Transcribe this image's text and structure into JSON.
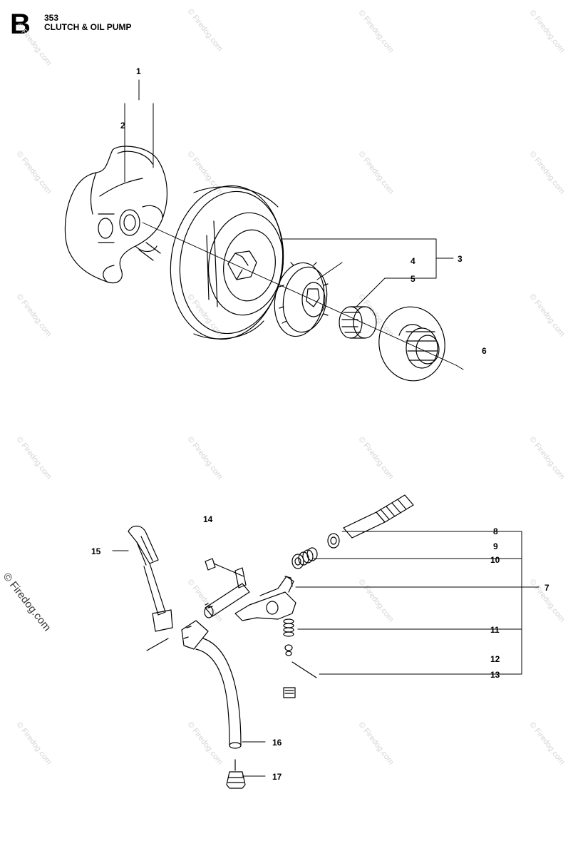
{
  "header": {
    "section_letter": "B",
    "model": "353",
    "title": "CLUTCH & OIL PUMP"
  },
  "watermark": "© Firedog.com",
  "callouts": [
    "1",
    "2",
    "3",
    "4",
    "5",
    "6",
    "7",
    "8",
    "9",
    "10",
    "11",
    "12",
    "13",
    "14",
    "15",
    "16",
    "17"
  ]
}
